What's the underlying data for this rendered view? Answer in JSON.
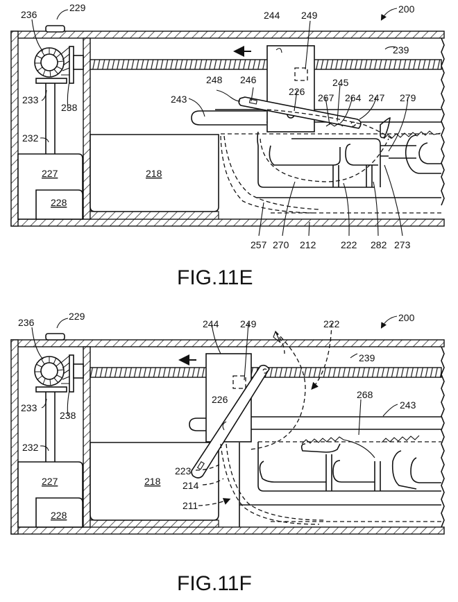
{
  "figures": [
    {
      "caption": "FIG.11E",
      "device_ref": "200",
      "labels": {
        "l236": "236",
        "l229": "229",
        "l233": "233",
        "l238": "238",
        "l232": "232",
        "l227": "227",
        "l228": "228",
        "l218": "218",
        "l243": "243",
        "l248": "248",
        "l246": "246",
        "l244": "244",
        "l249": "249",
        "l226": "226",
        "l245": "245",
        "l267": "267",
        "l264": "264",
        "l247": "247",
        "l279": "279",
        "l239": "239",
        "l257": "257",
        "l270": "270",
        "l212": "212",
        "l222": "222",
        "l282": "282",
        "l273": "273"
      }
    },
    {
      "caption": "FIG.11F",
      "device_ref": "200",
      "labels": {
        "l236": "236",
        "l229": "229",
        "l233": "233",
        "l238": "238",
        "l232": "232",
        "l227": "227",
        "l228": "228",
        "l218": "218",
        "l244": "244",
        "l249": "249",
        "l226": "226",
        "l222": "222",
        "l239": "239",
        "l268": "268",
        "l243": "243",
        "l223": "223",
        "l214": "214",
        "l211": "211"
      }
    }
  ]
}
